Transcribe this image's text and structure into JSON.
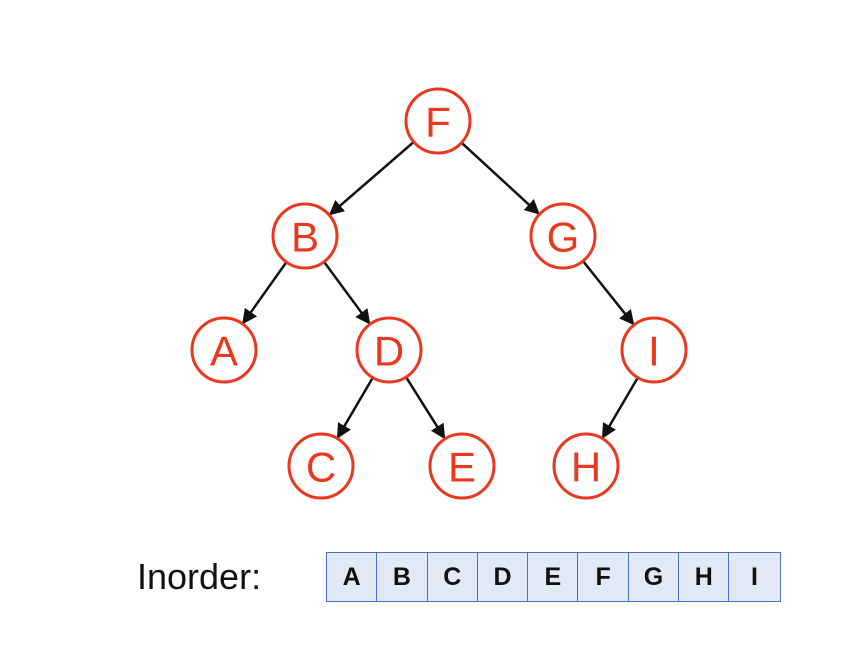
{
  "diagram": {
    "node_color": "#e8381f",
    "edge_color": "#111111",
    "nodes": [
      {
        "id": "F",
        "label": "F"
      },
      {
        "id": "B",
        "label": "B"
      },
      {
        "id": "G",
        "label": "G"
      },
      {
        "id": "A",
        "label": "A"
      },
      {
        "id": "D",
        "label": "D"
      },
      {
        "id": "I",
        "label": "I"
      },
      {
        "id": "C",
        "label": "C"
      },
      {
        "id": "E",
        "label": "E"
      },
      {
        "id": "H",
        "label": "H"
      }
    ],
    "edges": [
      {
        "from": "F",
        "to": "B"
      },
      {
        "from": "F",
        "to": "G"
      },
      {
        "from": "B",
        "to": "A"
      },
      {
        "from": "B",
        "to": "D"
      },
      {
        "from": "G",
        "to": "I"
      },
      {
        "from": "D",
        "to": "C"
      },
      {
        "from": "D",
        "to": "E"
      },
      {
        "from": "I",
        "to": "H"
      }
    ]
  },
  "inorder": {
    "label": "Inorder:",
    "cell_color": "#e3e8f5",
    "border_color": "#4a6fc4",
    "sequence": [
      "A",
      "B",
      "C",
      "D",
      "E",
      "F",
      "G",
      "H",
      "I"
    ]
  }
}
